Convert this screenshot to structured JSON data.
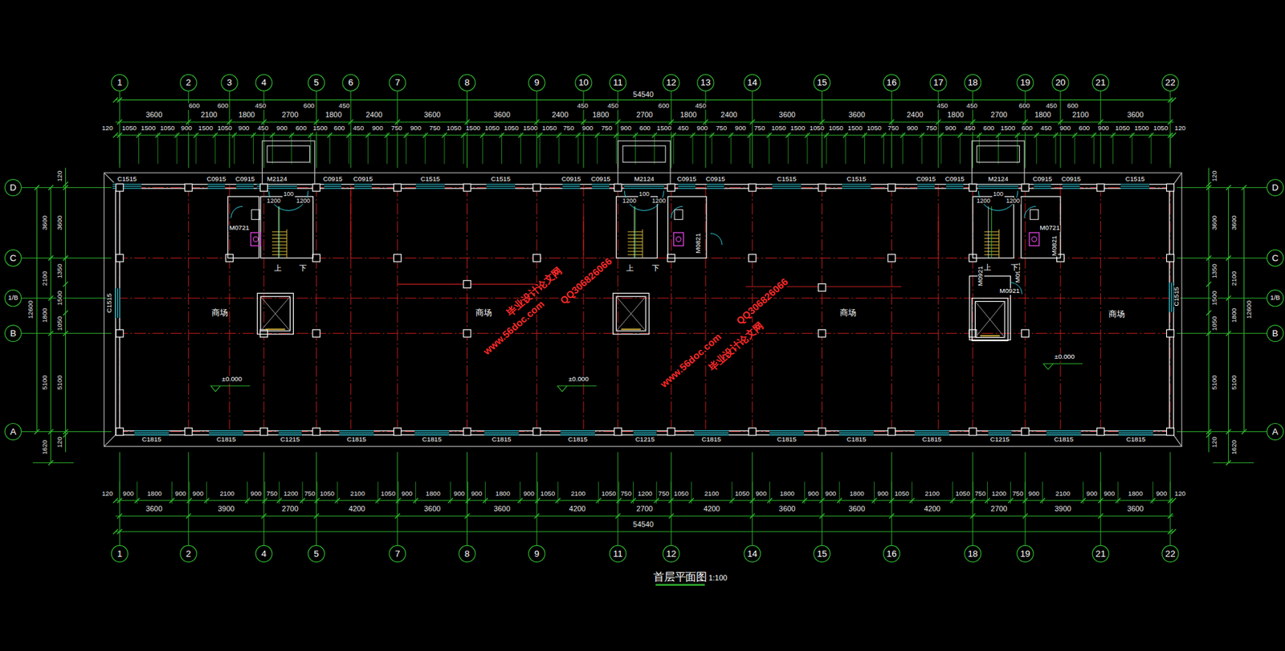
{
  "diagram": {
    "title": "首层平面图",
    "labels": [
      "1",
      "2",
      "3",
      "4",
      "5",
      "6",
      "7",
      "8",
      "9",
      "10",
      "11",
      "12",
      "13",
      "14",
      "15",
      "16",
      "17",
      "18",
      "19",
      "20",
      "21",
      "22",
      "1",
      "2",
      "4",
      "5",
      "7",
      "8",
      "9",
      "11",
      "12",
      "14",
      "15",
      "16",
      "18",
      "19",
      "21",
      "22",
      "D",
      "C",
      "1/B",
      "B",
      "A",
      "D",
      "C",
      "1/B",
      "B",
      "A",
      "54540",
      "54540",
      "3600",
      "2100",
      "1800",
      "2700",
      "1800",
      "2400",
      "3600",
      "3600",
      "2400",
      "1800",
      "2700",
      "1800",
      "2400",
      "3600",
      "3600",
      "2400",
      "1800",
      "2700",
      "1800",
      "2100",
      "3600",
      "600",
      "600",
      "450",
      "600",
      "450",
      "450",
      "450",
      "600",
      "450",
      "450",
      "450",
      "600",
      "450",
      "600",
      "120",
      "120",
      "1050",
      "1500",
      "1050",
      "900",
      "1500",
      "1050",
      "900",
      "450",
      "900",
      "600",
      "1500",
      "600",
      "450",
      "900",
      "750",
      "900",
      "750",
      "1050",
      "1500",
      "1050",
      "1050",
      "1500",
      "1050",
      "750",
      "900",
      "750",
      "900",
      "600",
      "1500",
      "450",
      "900",
      "750",
      "900",
      "750",
      "1050",
      "1500",
      "1050",
      "1050",
      "1500",
      "1050",
      "750",
      "900",
      "750",
      "900",
      "450",
      "600",
      "1500",
      "600",
      "450",
      "900",
      "600",
      "900",
      "1050",
      "1500",
      "1050",
      "900",
      "1800",
      "900",
      "900",
      "2100",
      "900",
      "750",
      "1200",
      "750",
      "1050",
      "2100",
      "1050",
      "900",
      "1800",
      "900",
      "900",
      "1800",
      "900",
      "1050",
      "2100",
      "1050",
      "750",
      "1200",
      "750",
      "1050",
      "2100",
      "1050",
      "900",
      "1800",
      "900",
      "900",
      "1800",
      "900",
      "1050",
      "2100",
      "1050",
      "750",
      "1200",
      "750",
      "900",
      "2100",
      "900",
      "900",
      "1800",
      "900",
      "120",
      "120",
      "3600",
      "3900",
      "2700",
      "4200",
      "3600",
      "3600",
      "4200",
      "2700",
      "4200",
      "3600",
      "3600",
      "4200",
      "2700",
      "3900",
      "3600",
      "3600",
      "2100",
      "1800",
      "5100",
      "1620",
      "12600",
      "120",
      "3600",
      "1350",
      "1500",
      "1050",
      "5100",
      "120",
      "120",
      "3600",
      "1350",
      "1500",
      "1050",
      "5100",
      "120",
      "3600",
      "2100",
      "1800",
      "5100",
      "1620",
      "12600",
      "C1515",
      "C0915",
      "C0915",
      "M2124",
      "C0915",
      "C0915",
      "C1515",
      "C1515",
      "C0915",
      "C0915",
      "M2124",
      "C0915",
      "C0915",
      "C1515",
      "C1515",
      "C0915",
      "C0915",
      "M2124",
      "C0915",
      "C0915",
      "C1515",
      "1200",
      "1200",
      "100",
      "1200",
      "1200",
      "100",
      "1200",
      "1200",
      "100",
      "C1815",
      "C1815",
      "C1215",
      "C1815",
      "C1815",
      "C1815",
      "C1815",
      "C1215",
      "C1815",
      "C1815",
      "C1815",
      "C1815",
      "C1215",
      "C1815",
      "C1815",
      "C1515",
      "C1515",
      "M0721",
      "M0721",
      "M0821",
      "M0821",
      "M0921",
      "M0921",
      "M0921",
      "上",
      "下",
      "上",
      "下",
      "上",
      "下",
      "商场",
      "商场",
      "商场",
      "商场",
      "±0.000",
      "±0.000",
      "±0.000",
      "毕业设计论文网",
      "www.56doc.com",
      "QQ306826066",
      "毕业设计论文网",
      "www.56doc.com",
      "QQ306826066",
      "1:100"
    ]
  }
}
